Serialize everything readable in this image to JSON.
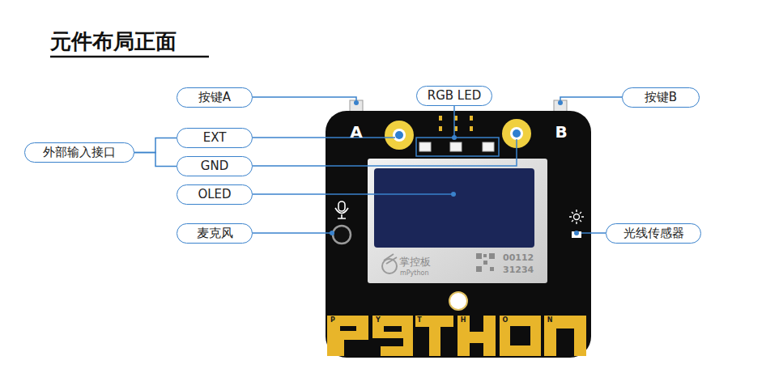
{
  "diagram": {
    "title": "元件布局正面",
    "nodes": [
      {
        "text": [
          "按键A"
        ]
      },
      {
        "text": [
          "RGB LED"
        ]
      },
      {
        "text": [
          "按键B"
        ]
      },
      {
        "text": [
          "EXT"
        ]
      },
      {
        "text": [
          "外部输入接口"
        ]
      },
      {
        "text": [
          "GND"
        ]
      },
      {
        "text": [
          "OLED"
        ]
      },
      {
        "text": [
          "麦克风"
        ]
      },
      {
        "text": [
          "光线传感器"
        ]
      }
    ],
    "edges": [
      {
        "from": 4,
        "to": 3,
        "arrow": "none"
      },
      {
        "from": 4,
        "to": 5,
        "arrow": "none"
      }
    ],
    "labels": [
      "A",
      "B",
      "掌控板",
      "mPython",
      "00112",
      "31234",
      "P",
      "Y",
      "T",
      "H",
      "O",
      "N"
    ]
  }
}
